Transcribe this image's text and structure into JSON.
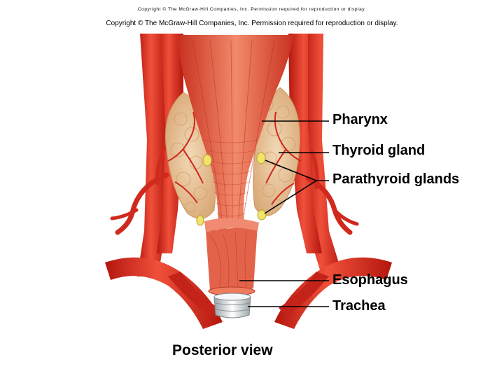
{
  "header": {
    "copyright_faint": "Copyright © The McGraw-Hill Companies, Inc. Permission required for reproduction or display.",
    "copyright": "Copyright © The McGraw-Hill Companies, Inc. Permission required for reproduction or display."
  },
  "labels": {
    "pharynx": "Pharynx",
    "thyroid": "Thyroid gland",
    "parathyroid": "Parathyroid glands",
    "esophagus": "Esophagus",
    "trachea": "Trachea"
  },
  "caption": "Posterior view",
  "colors": {
    "artery": "#dc2a1e",
    "muscle": "#e04a34",
    "thyroid": "#e8c49a",
    "parathyroid": "#f0e26a",
    "trachea": "#e8ecee"
  }
}
